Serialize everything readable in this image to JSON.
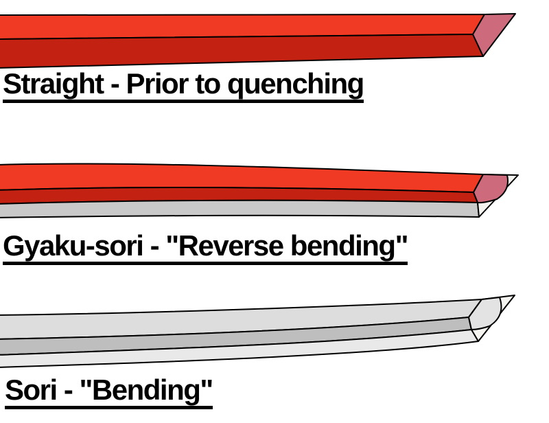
{
  "figures": [
    {
      "name": "straight",
      "label": "Straight - Prior to quenching"
    },
    {
      "name": "gyaku-sori",
      "label": "Gyaku-sori - \"Reverse bending\""
    },
    {
      "name": "sori",
      "label": "Sori - \"Bending\""
    }
  ],
  "colors": {
    "hot_steel_top": "#F13A24",
    "hot_steel_side": "#C32112",
    "hot_tip_pink": "#CD6A7C",
    "cool_edge_gray": "#C9C9C9",
    "steel_top_light": "#DDDDDD",
    "steel_mid_gray": "#BEBEBE",
    "steel_bottom_light": "#E9E9E9",
    "tip_face_white": "#F5F4F1",
    "tip_inset_gray": "#E3E3E3",
    "outline_black": "#000000",
    "background": "#FFFFFF"
  }
}
